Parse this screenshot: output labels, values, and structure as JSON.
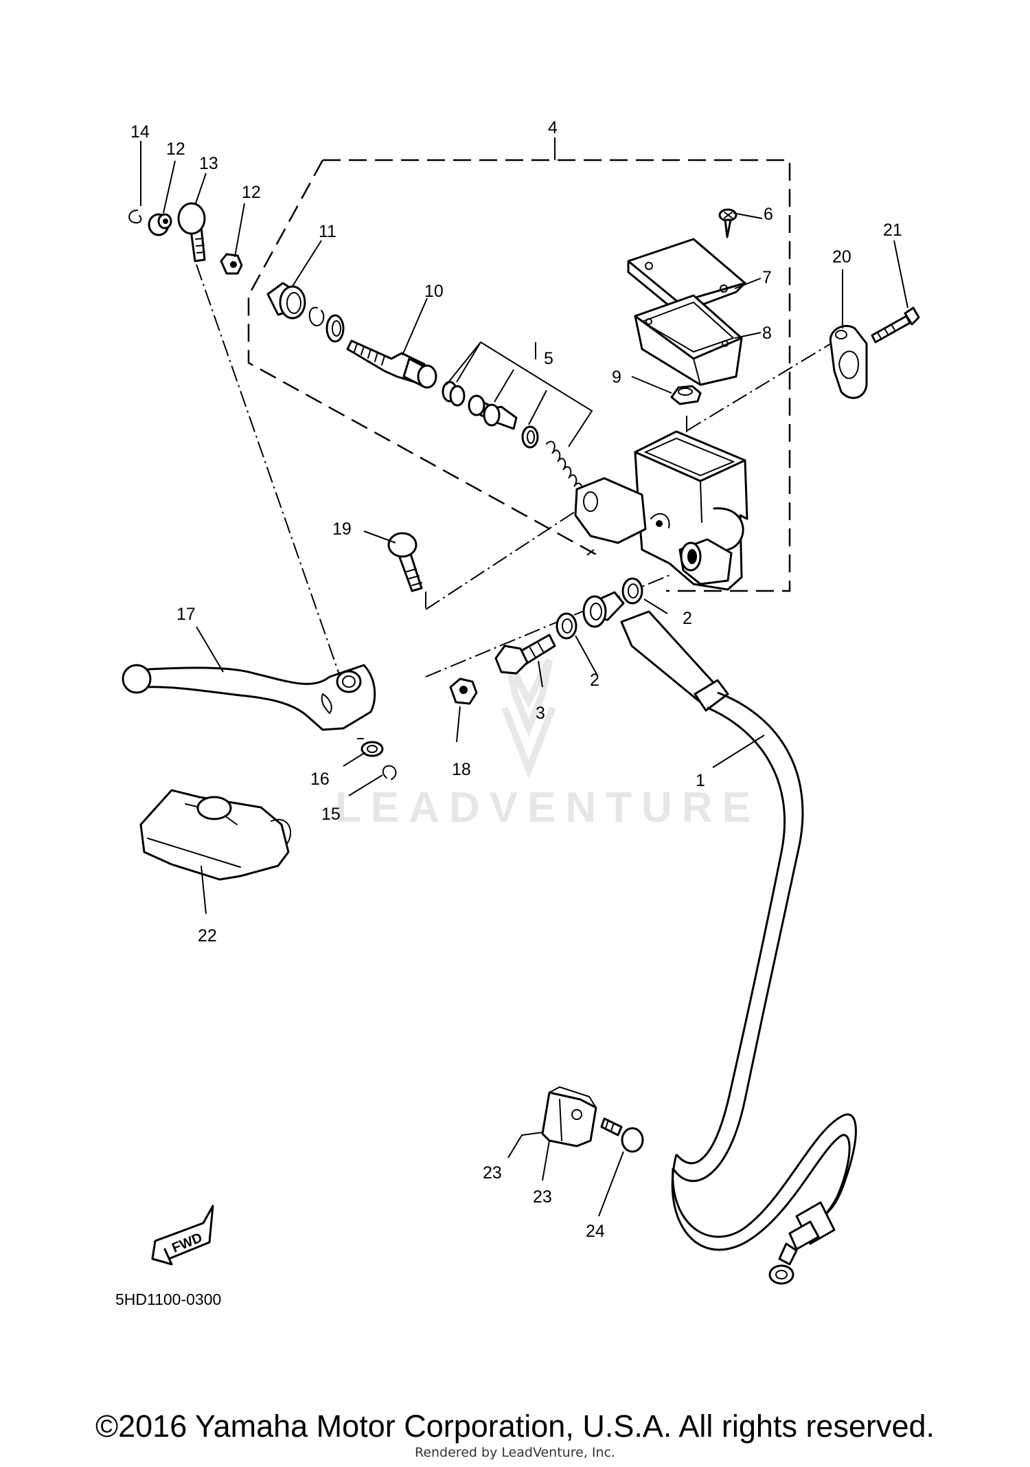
{
  "diagram": {
    "code": "5HD1100-0300",
    "watermark": "LEADVENTURE",
    "fwd_label": "FWD",
    "callouts": {
      "c1": "1",
      "c2a": "2",
      "c2b": "2",
      "c3": "3",
      "c4": "4",
      "c5": "5",
      "c6": "6",
      "c7": "7",
      "c8": "8",
      "c9": "9",
      "c10": "10",
      "c11": "11",
      "c12a": "12",
      "c12b": "12",
      "c13": "13",
      "c14": "14",
      "c15": "15",
      "c16": "16",
      "c17": "17",
      "c18": "18",
      "c19": "19",
      "c20": "20",
      "c21": "21",
      "c22": "22",
      "c23a": "23",
      "c23b": "23",
      "c24": "24"
    }
  },
  "footer": {
    "copyright": "©2016 Yamaha Motor Corporation, U.S.A. All rights reserved.",
    "rendered_by": "Rendered by LeadVenture, Inc."
  }
}
